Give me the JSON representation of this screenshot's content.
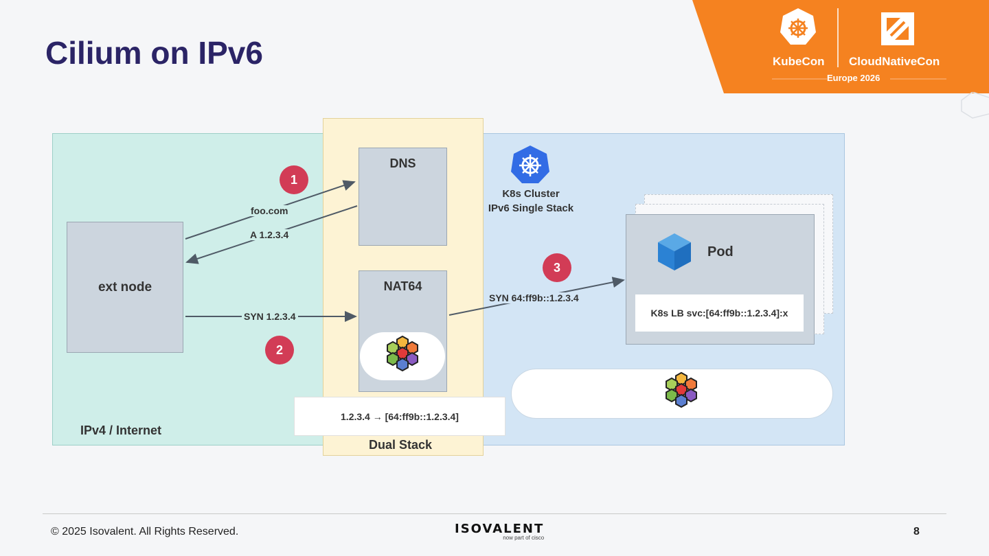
{
  "slide": {
    "title": "Cilium on IPv6",
    "page_number": "8",
    "copyright": "© 2025 Isovalent. All Rights Reserved.",
    "footer_logo": "ISOVALENT",
    "footer_logo_sub": "now part of cisco"
  },
  "banner": {
    "kubecon": "KubeCon",
    "cloudnativecon": "CloudNativeCon",
    "event": "Europe 2026",
    "color": "#f58220"
  },
  "zones": {
    "ipv4": "IPv4 / Internet",
    "dual": "Dual Stack",
    "cluster_line1": "K8s Cluster",
    "cluster_line2": "IPv6 Single Stack"
  },
  "nodes": {
    "ext": "ext node",
    "dns": "DNS",
    "nat64": "NAT64",
    "pod": "Pod",
    "svc": "K8s LB svc:[64:ff9b::1.2.3.4]:x",
    "mapping": "1.2.3.4 → [64:ff9b::1.2.3.4]"
  },
  "arrows": {
    "query": "foo.com",
    "answer": "A 1.2.3.4",
    "syn4": "SYN 1.2.3.4",
    "syn6": "SYN 64:ff9b::1.2.3.4"
  },
  "steps": [
    "1",
    "2",
    "3"
  ],
  "icons": [
    "kubecon-logo-icon",
    "cncf-logo-icon",
    "kubernetes-helm-icon",
    "cube-icon",
    "cilium-hexagon-icon"
  ]
}
